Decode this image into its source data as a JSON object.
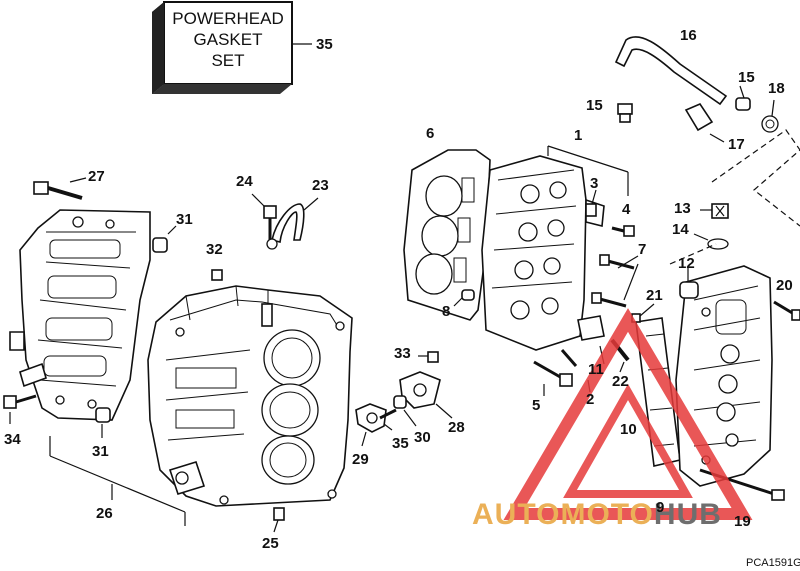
{
  "gasket_box": {
    "lines": [
      "POWERHEAD",
      "GASKET",
      "SET"
    ],
    "callout": "35"
  },
  "callouts": {
    "c1": "1",
    "c2": "2",
    "c3": "3",
    "c4": "4",
    "c5": "5",
    "c6": "6",
    "c7": "7",
    "c8": "8",
    "c9": "9",
    "c10": "10",
    "c11": "11",
    "c12": "12",
    "c13": "13",
    "c14": "14",
    "c15a": "15",
    "c15b": "15",
    "c16": "16",
    "c17": "17",
    "c18": "18",
    "c19": "19",
    "c20": "20",
    "c21": "21",
    "c22": "22",
    "c23": "23",
    "c24": "24",
    "c25": "25",
    "c26": "26",
    "c27": "27",
    "c28": "28",
    "c29": "29",
    "c30": "30",
    "c31a": "31",
    "c31b": "31",
    "c32": "32",
    "c33": "33",
    "c34": "34",
    "c35": "35"
  },
  "watermark": {
    "brand_part1": "AUTOMOTO",
    "brand_part2": "HUB",
    "color_primary": "#e8a33a",
    "color_secondary": "#555555",
    "triangle_color": "#e63a3a"
  },
  "figure_code": "PCA1591G"
}
